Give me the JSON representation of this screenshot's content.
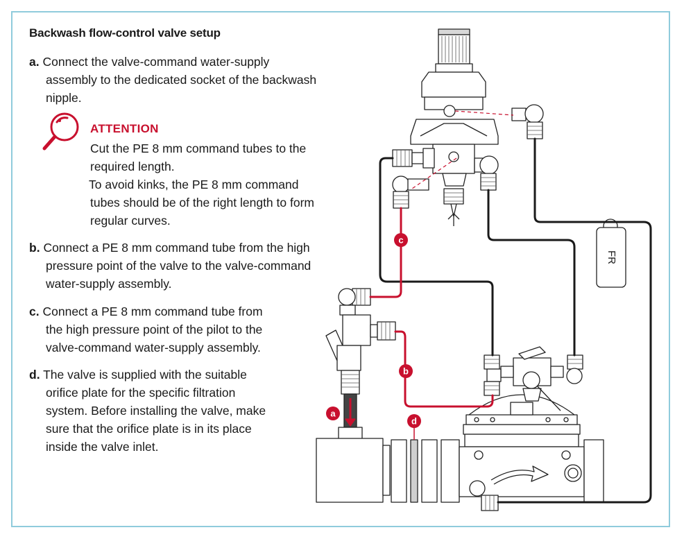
{
  "title": "Backwash flow-control valve setup",
  "steps": {
    "a": {
      "letter": "a.",
      "lines": [
        "Connect the valve-command water-supply",
        "assembly to the dedicated socket of the backwash",
        "nipple."
      ]
    },
    "b": {
      "letter": "b.",
      "lines": [
        "Connect a PE 8 mm command tube from the high",
        "pressure point of the valve to the valve-command",
        "water-supply assembly."
      ]
    },
    "c": {
      "letter": "c.",
      "lines": [
        "Connect a PE 8 mm command tube from",
        "the high pressure point of the pilot to the",
        "valve-command water-supply assembly."
      ]
    },
    "d": {
      "letter": "d.",
      "lines": [
        "The valve is supplied with the suitable",
        "orifice plate for the specific filtration",
        "system. Before installing the valve, make",
        "sure that the orifice plate is in its place",
        "inside the valve inlet."
      ]
    }
  },
  "attention": {
    "heading": "ATTENTION",
    "lines": [
      "Cut the PE 8 mm command tubes to the",
      "required length.",
      "To avoid kinks, the PE 8 mm command",
      "tubes should be of the right length to form",
      "regular curves."
    ]
  },
  "diagram": {
    "callouts": [
      "a",
      "b",
      "c",
      "d"
    ],
    "tag_label": "FR",
    "colors": {
      "accent": "#c8102e",
      "frame": "#8fcbdc",
      "tube": "#1a1a1a",
      "line_art": "#222222"
    }
  }
}
